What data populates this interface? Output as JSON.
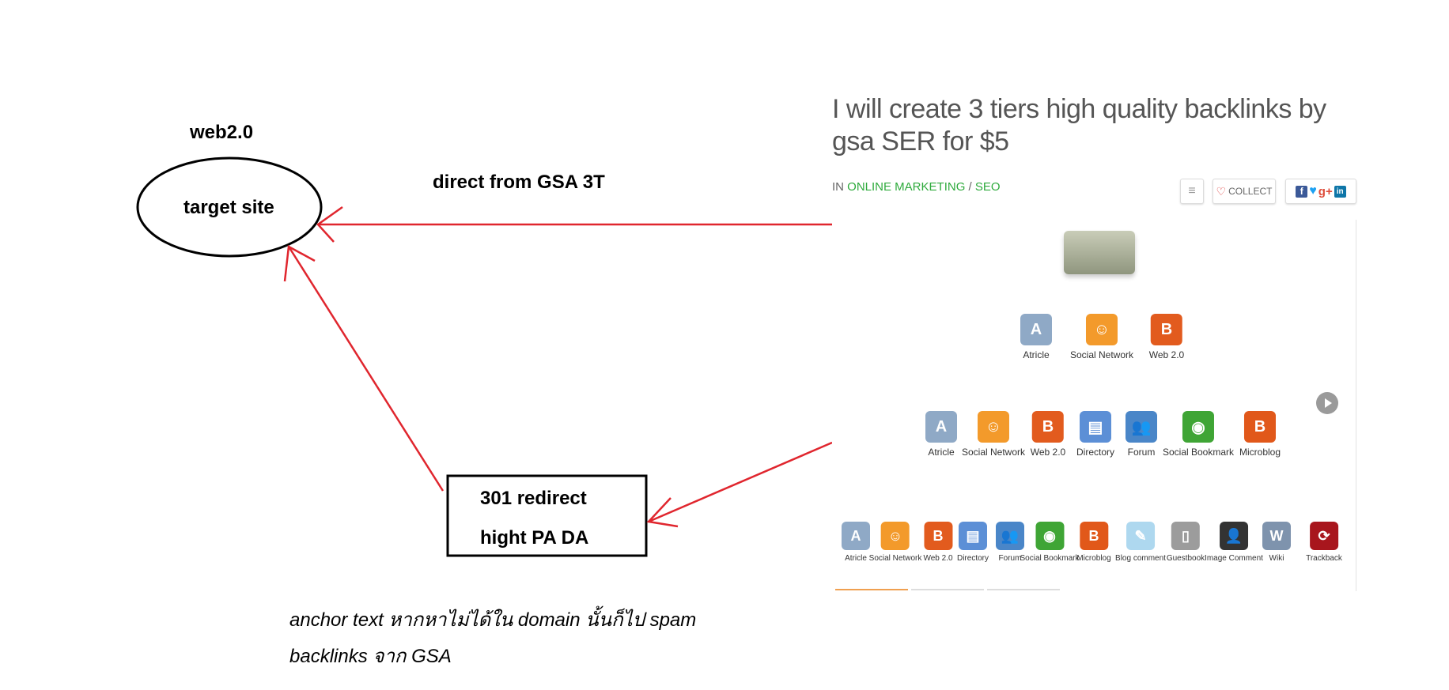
{
  "diagram": {
    "ellipse_top_label": "web2.0",
    "ellipse_label": "target site",
    "arrow_label": "direct from GSA 3T",
    "box_line1": "301 redirect",
    "box_line2": "hight PA DA",
    "note_line1": "anchor text หากหาไม่ได้ใน domain นั้นก็ไป spam",
    "note_line2": "backlinks จาก GSA",
    "arrow_color": "#e0262e"
  },
  "gig": {
    "title": "I will create 3 tiers high quality backlinks by gsa SER for $5",
    "category_prefix": "IN",
    "category": "ONLINE MARKETING",
    "separator": "/",
    "subcategory": "SEO",
    "menu_icon": "≡",
    "collect_label": "COLLECT",
    "share_icons": [
      "facebook-icon",
      "twitter-icon",
      "google-plus-icon",
      "linkedin-icon"
    ],
    "accent_color": "#2eaa3c"
  },
  "pyramid": {
    "top": "money-stack",
    "tier1": [
      "Atricle",
      "Social Network",
      "Web 2.0"
    ],
    "tier2": [
      "Atricle",
      "Social Network",
      "Web 2.0",
      "Directory",
      "Forum",
      "Social Bookmark",
      "Microblog"
    ],
    "tier3": [
      "Atricle",
      "Social Network",
      "Web 2.0",
      "Directory",
      "Forum",
      "Social Bookmark",
      "Microblog",
      "Blog comment",
      "Guestbook",
      "Image Comment",
      "Wiki",
      "Trackback"
    ]
  }
}
